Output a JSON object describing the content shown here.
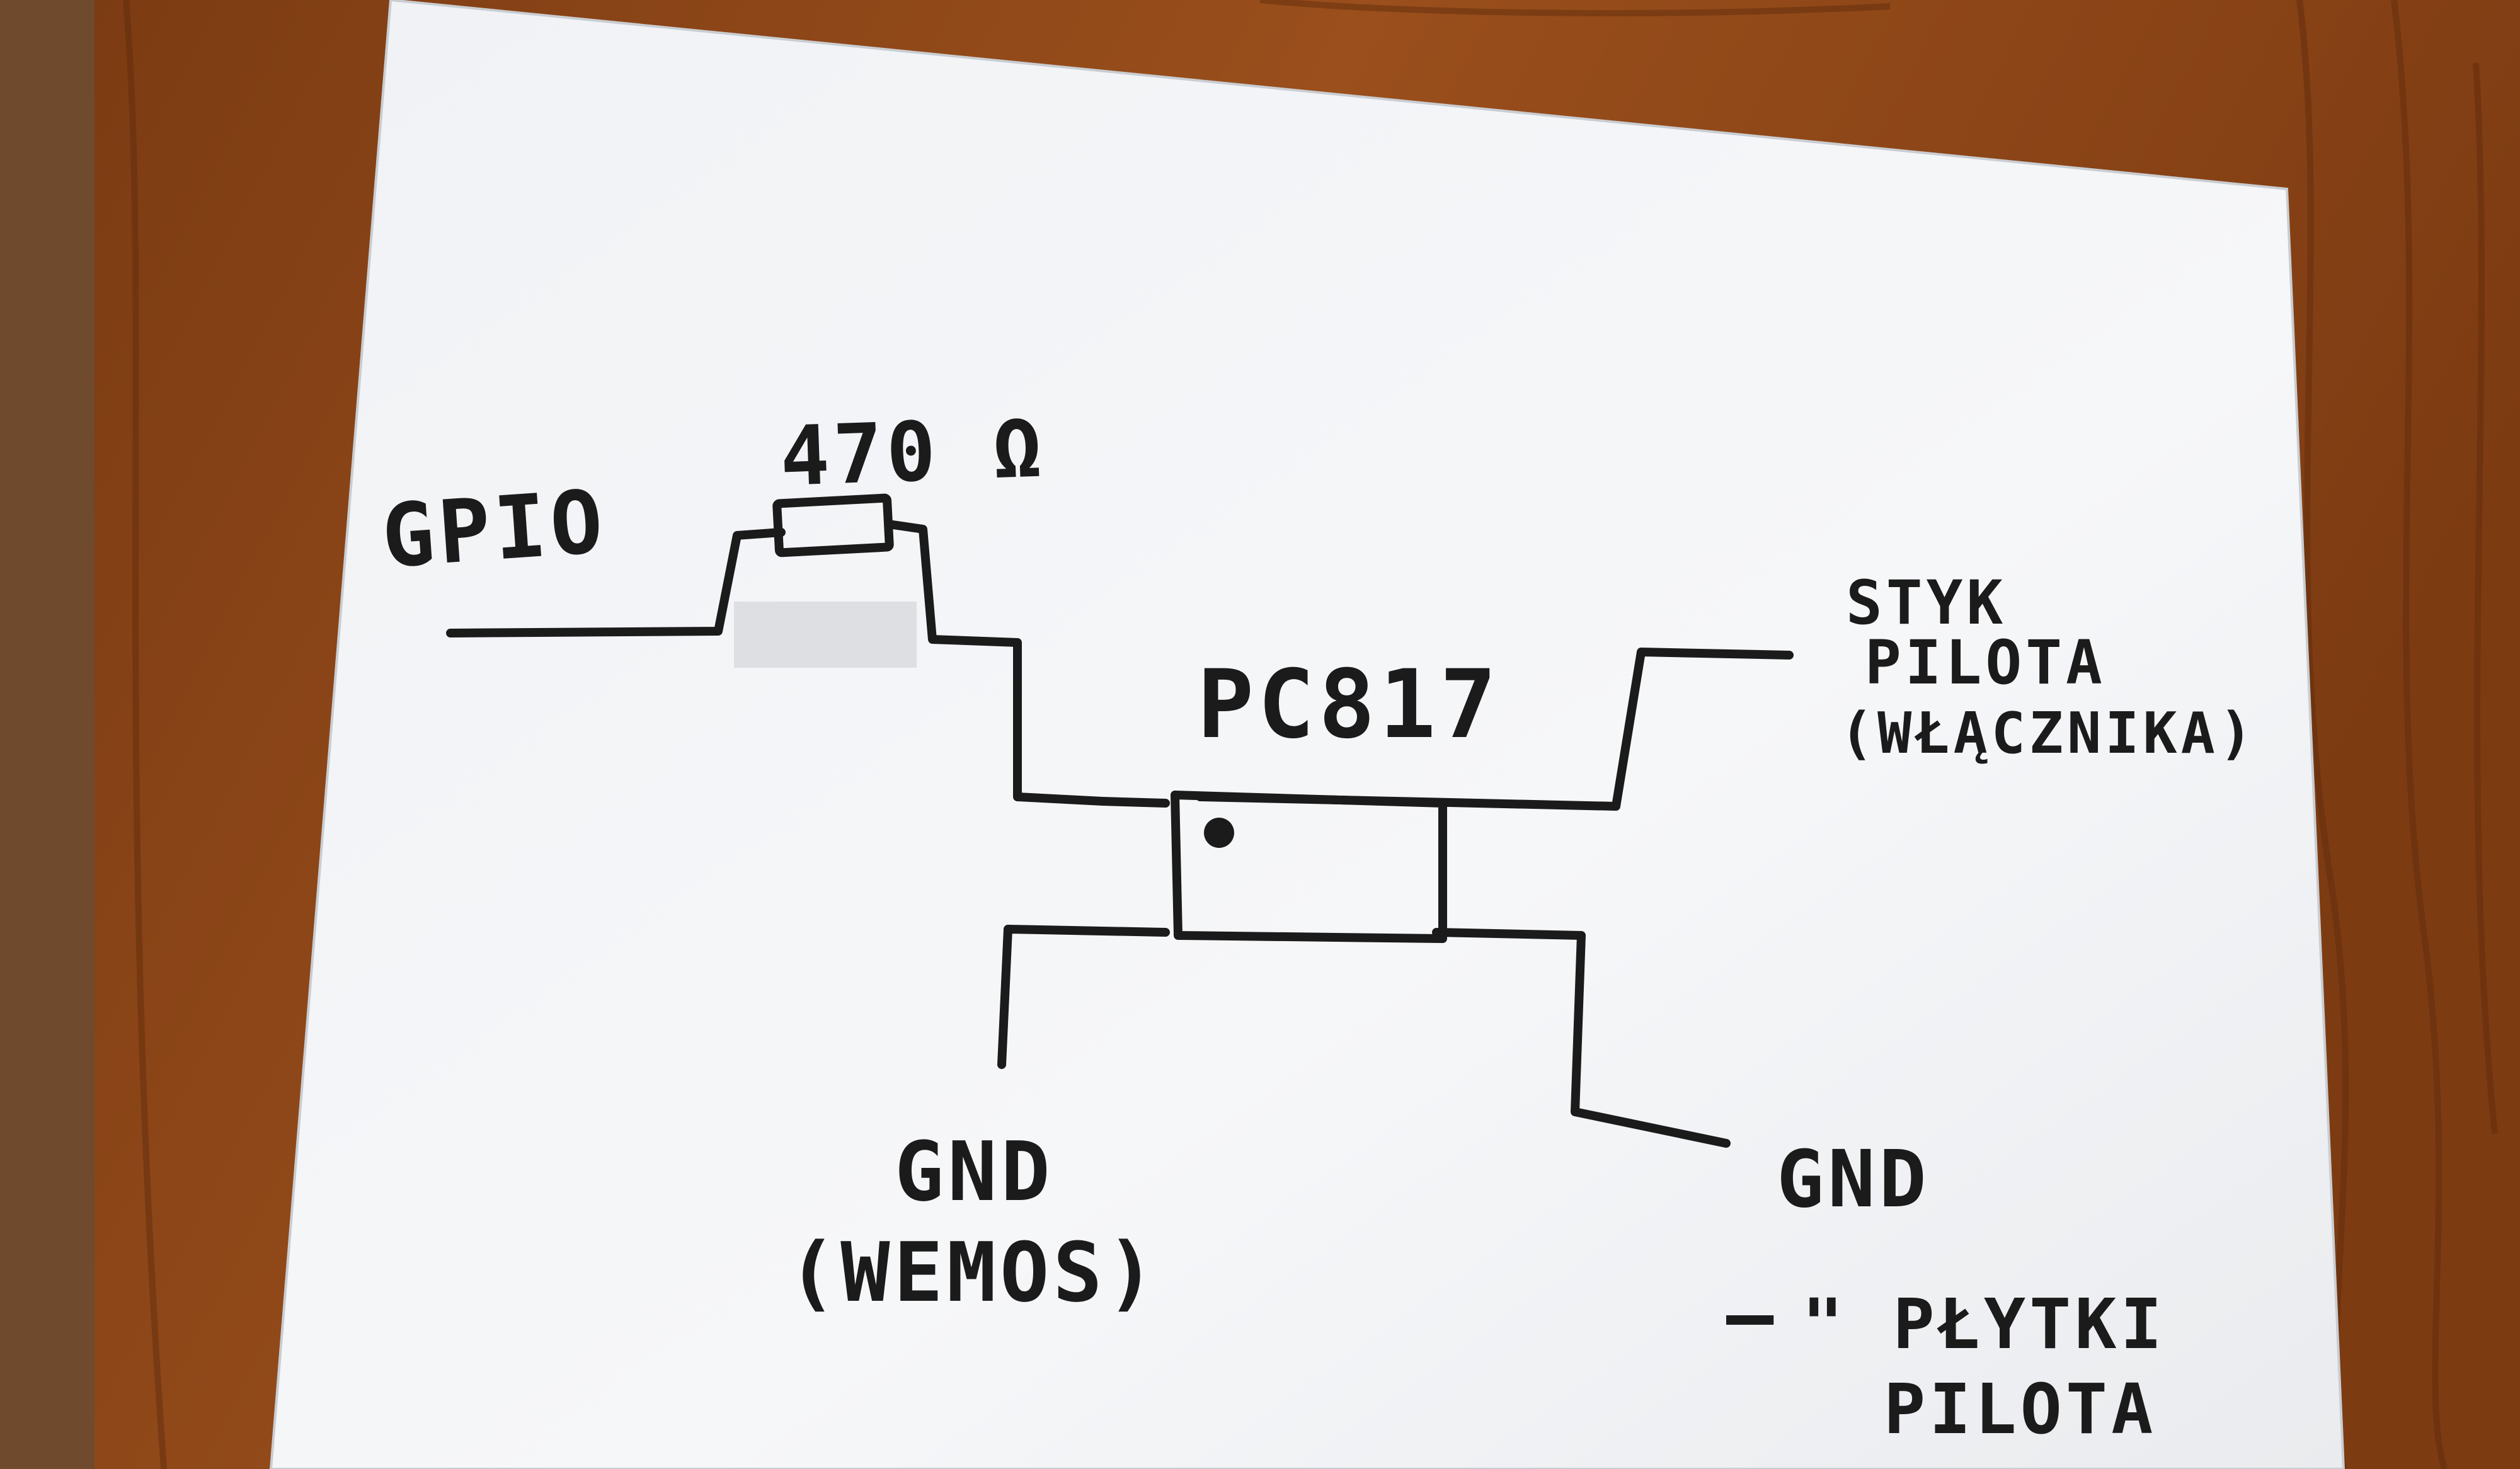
{
  "labels": {
    "gpio": "GPIO",
    "resistor": "470 Ω",
    "optocoupler": "PC817",
    "remote_contact": [
      "STYK",
      "PILOTA",
      "(WŁĄCZNIKA)"
    ],
    "gnd_wemos": [
      "GND",
      "(WEMOS)"
    ],
    "gnd_remote": [
      "GND",
      "\" PŁYTKI",
      "PILOTA"
    ],
    "ditto_dash": "–"
  },
  "colors": {
    "wood": "#8a4417",
    "wood_dark": "#5e2a0c",
    "paper": "#f4f5f7",
    "ink": "#1b1b1b"
  }
}
